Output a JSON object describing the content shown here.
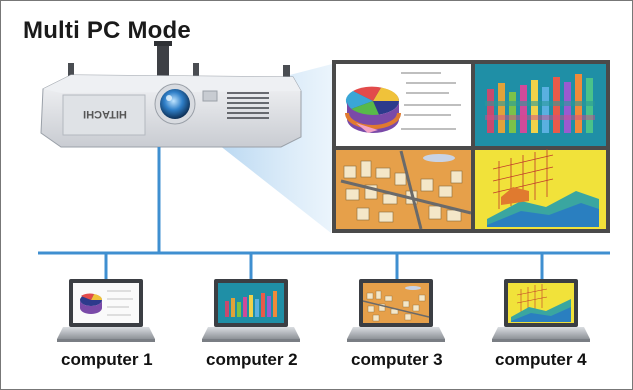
{
  "title": "Multi PC Mode",
  "projector": {
    "brand": "HITACHI"
  },
  "network_color": "#3f8fd0",
  "computers": [
    {
      "label": "computer 1",
      "screen": "pie-chart"
    },
    {
      "label": "computer 2",
      "screen": "bar-chart"
    },
    {
      "label": "computer 3",
      "screen": "city-scene"
    },
    {
      "label": "computer 4",
      "screen": "3d-graph"
    }
  ],
  "projected_screen": {
    "quadrants": [
      "pie-chart",
      "bar-chart",
      "city-scene",
      "3d-graph"
    ]
  }
}
